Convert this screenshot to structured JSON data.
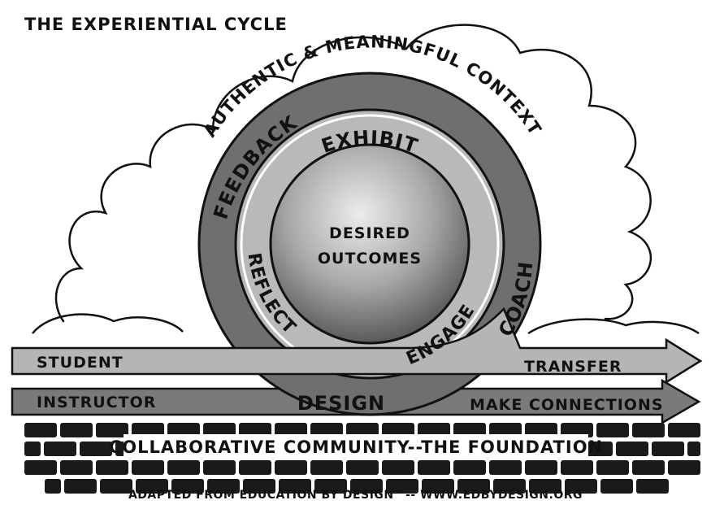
{
  "title": "THE EXPERIENTIAL CYCLE",
  "arc_context": "AUTHENTIC & MEANINGFUL CONTEXT",
  "outer_ring": {
    "feedback": "FEEDBACK",
    "coach": "COACH"
  },
  "middle_ring": {
    "exhibit": "EXHIBIT",
    "reflect": "REFLECT",
    "engage": "ENGAGE"
  },
  "center": {
    "line1": "DESIRED",
    "line2": "OUTCOMES"
  },
  "track_upper": {
    "left": "STUDENT",
    "right": "TRANSFER"
  },
  "track_lower": {
    "left": "INSTRUCTOR",
    "middle": "DESIGN",
    "right": "MAKE CONNECTIONS"
  },
  "foundation": "COLLABORATIVE COMMUNITY--THE FOUNDATION",
  "credit": "ADAPTED FROM EDUCATION BY DESIGN™-- WWW.EDBYDESIGN.ORG",
  "colors": {
    "outer_ring": "#6f6f6f",
    "middle_ring": "#b9b9b9",
    "sphere_light": "#e6e6e6",
    "sphere_dark": "#5a5a5a",
    "track_upper": "#b5b5b5",
    "track_lower": "#7a7a7a",
    "brick": "#1a1a1a"
  }
}
